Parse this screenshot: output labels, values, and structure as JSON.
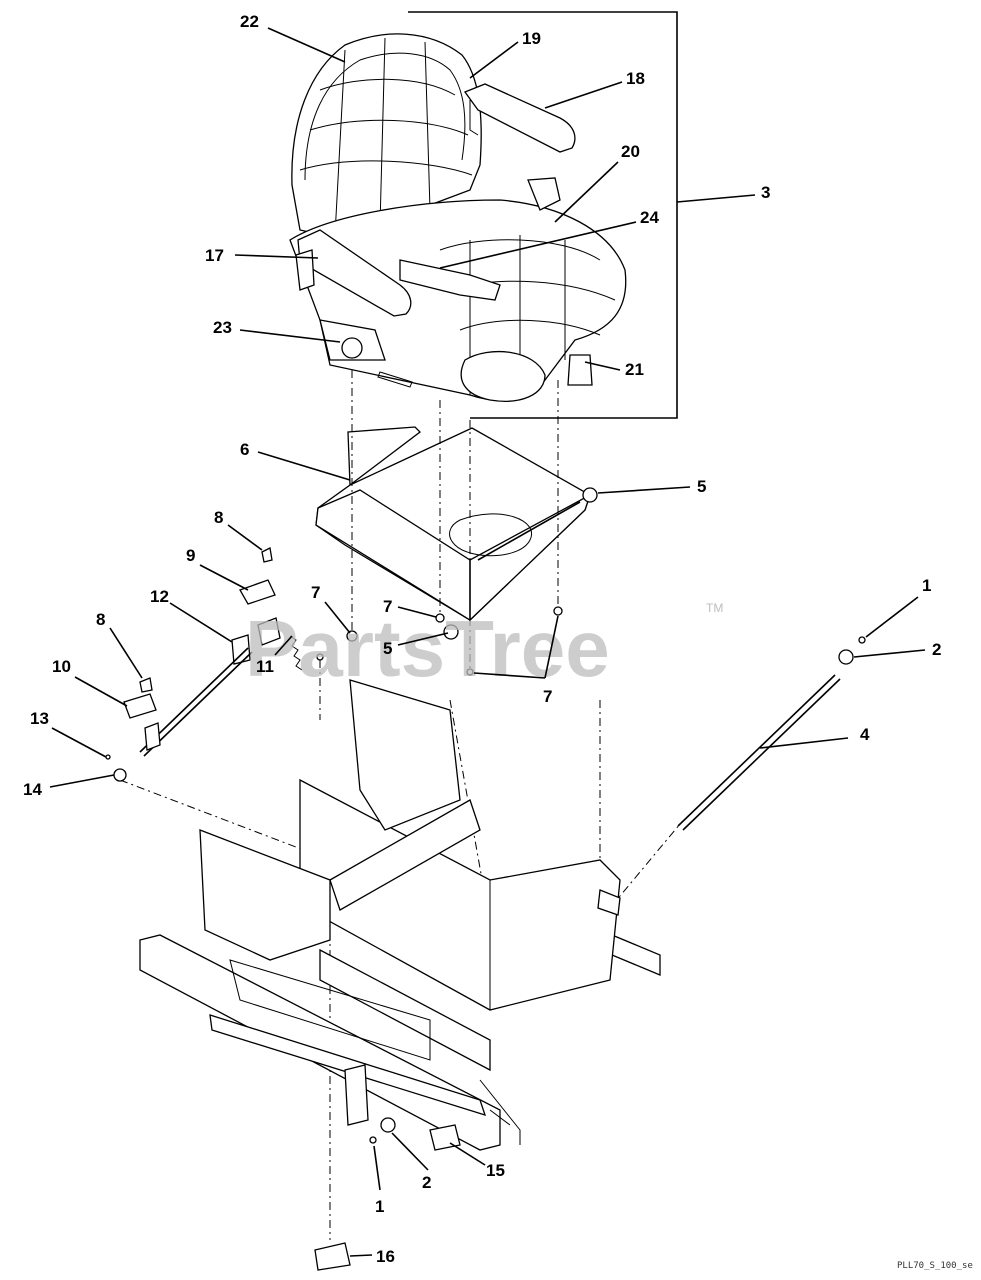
{
  "watermark": {
    "text": "PartsTree",
    "tm": "TM"
  },
  "image_ref": "PLL70_S_100_se",
  "callouts": [
    {
      "id": "c22",
      "label": "22"
    },
    {
      "id": "c19",
      "label": "19"
    },
    {
      "id": "c18",
      "label": "18"
    },
    {
      "id": "c20",
      "label": "20"
    },
    {
      "id": "c3",
      "label": "3"
    },
    {
      "id": "c24",
      "label": "24"
    },
    {
      "id": "c17",
      "label": "17"
    },
    {
      "id": "c23",
      "label": "23"
    },
    {
      "id": "c21",
      "label": "21"
    },
    {
      "id": "c6",
      "label": "6"
    },
    {
      "id": "c5a",
      "label": "5"
    },
    {
      "id": "c8a",
      "label": "8"
    },
    {
      "id": "c9",
      "label": "9"
    },
    {
      "id": "c12",
      "label": "12"
    },
    {
      "id": "c7a",
      "label": "7"
    },
    {
      "id": "c7b",
      "label": "7"
    },
    {
      "id": "c5b",
      "label": "5"
    },
    {
      "id": "c7c",
      "label": "7"
    },
    {
      "id": "c8b",
      "label": "8"
    },
    {
      "id": "c11",
      "label": "11"
    },
    {
      "id": "c10",
      "label": "10"
    },
    {
      "id": "c13",
      "label": "13"
    },
    {
      "id": "c14",
      "label": "14"
    },
    {
      "id": "c1a",
      "label": "1"
    },
    {
      "id": "c2a",
      "label": "2"
    },
    {
      "id": "c4",
      "label": "4"
    },
    {
      "id": "c1b",
      "label": "1"
    },
    {
      "id": "c2b",
      "label": "2"
    },
    {
      "id": "c15",
      "label": "15"
    },
    {
      "id": "c16",
      "label": "16"
    }
  ]
}
